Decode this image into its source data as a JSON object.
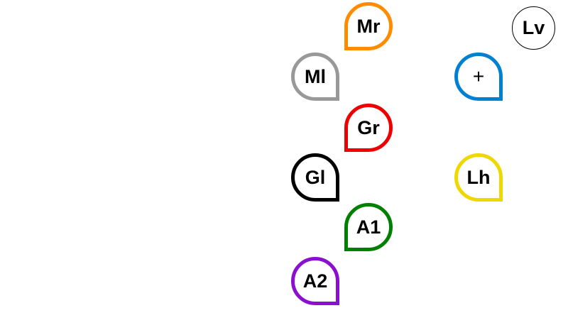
{
  "buttons": {
    "mr": {
      "label": "Mr",
      "color": "#ff8c00"
    },
    "ml": {
      "label": "Ml",
      "color": "#999999"
    },
    "gr": {
      "label": "Gr",
      "color": "#ee0000"
    },
    "gl": {
      "label": "Gl",
      "color": "#000000"
    },
    "a1": {
      "label": "A1",
      "color": "#008000"
    },
    "a2": {
      "label": "A2",
      "color": "#8b0fd0"
    },
    "plus": {
      "label": "+",
      "color": "#0080d0"
    },
    "lh": {
      "label": "Lh",
      "color": "#eed800"
    },
    "lv": {
      "label": "Lv",
      "color": "#000000"
    }
  }
}
